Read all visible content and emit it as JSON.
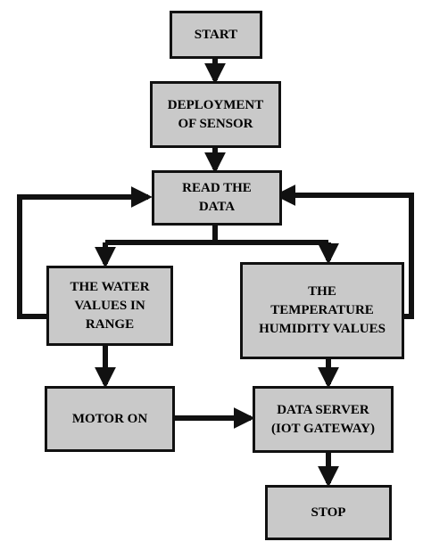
{
  "flowchart": {
    "nodes": {
      "start": "START",
      "deployment": "DEPLOYMENT\nOF SENSOR",
      "read": "READ THE\nDATA",
      "water": "THE WATER\nVALUES IN\nRANGE",
      "temp": "THE\nTEMPERATURE\nHUMIDITY VALUES",
      "motor": "MOTOR ON",
      "server": "DATA SERVER\n(IOT GATEWAY)",
      "stop": "STOP"
    }
  },
  "colors": {
    "box_fill": "#c9c9c9",
    "line": "#111111"
  }
}
